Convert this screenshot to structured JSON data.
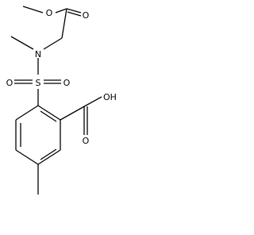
{
  "molecule": {
    "atoms": {
      "methoxy_O": "O",
      "carbonyl_O_ester": "O",
      "amine_N": "N",
      "sulfur": "S",
      "sulfonyl_O_left": "O",
      "sulfonyl_O_right": "O",
      "carboxyl_O_double": "O",
      "carboxyl_OH": "OH"
    }
  }
}
